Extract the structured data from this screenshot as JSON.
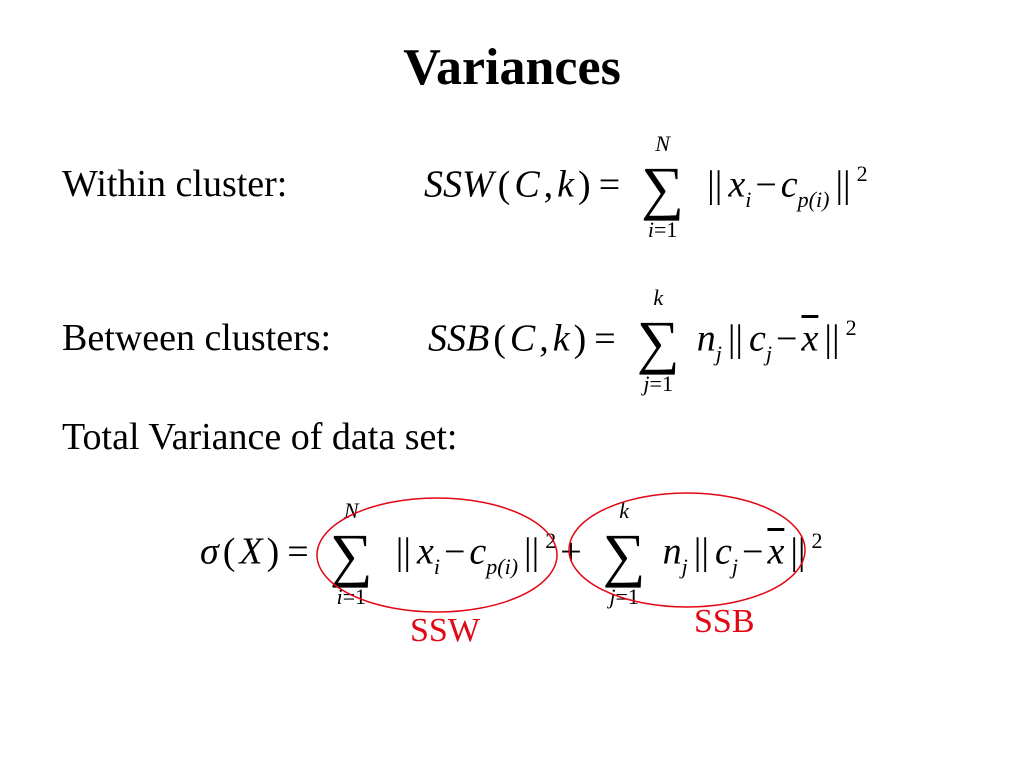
{
  "slide": {
    "title": "Variances",
    "labels": {
      "within": "Within cluster:",
      "between": "Between clusters:",
      "total": "Total Variance of data set:"
    },
    "annotations": {
      "ssw": "SSW",
      "ssb": "SSB",
      "color": "#e30613"
    }
  }
}
